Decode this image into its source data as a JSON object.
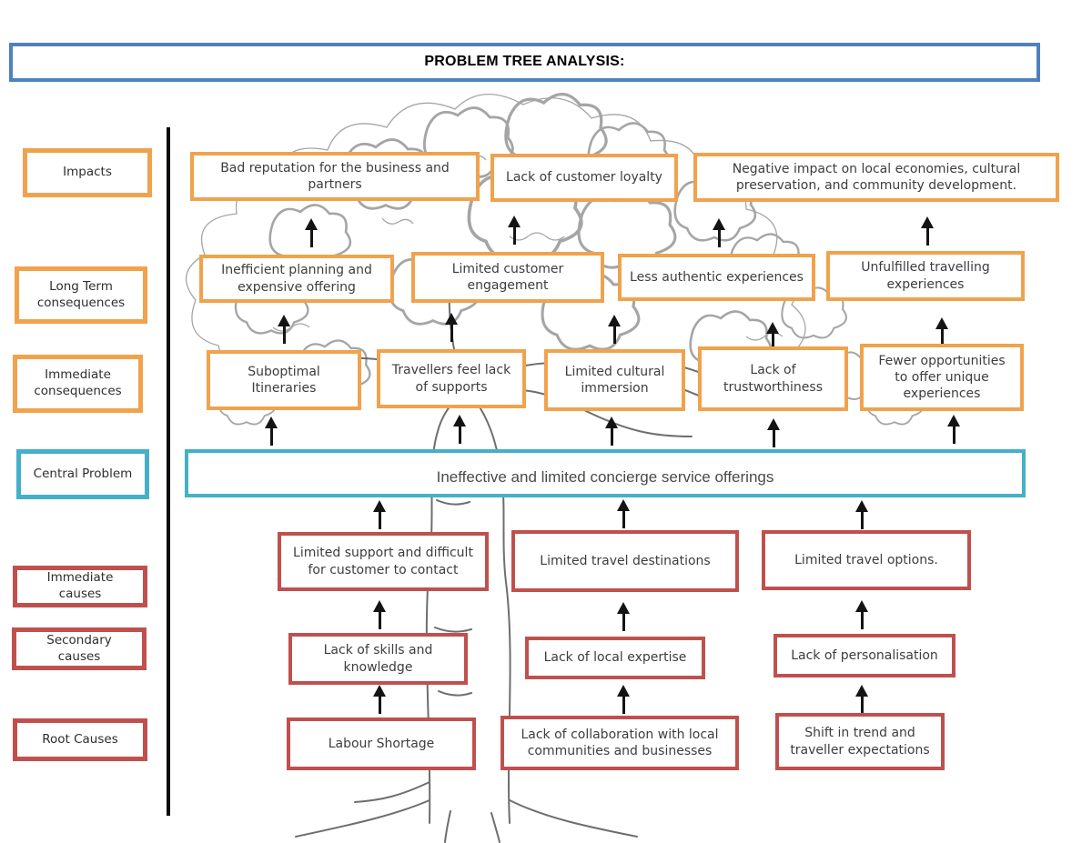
{
  "title": "PROBLEM TREE ANALYSIS:",
  "colors": {
    "title_border": "#4f81bd",
    "orange": "#f0a24c",
    "teal": "#45b0c8",
    "red": "#c0504d",
    "ink": "#141414"
  },
  "legend": {
    "impacts": "Impacts",
    "long_term": "Long Term consequences",
    "immediate_consequences": "Immediate consequences",
    "central_problem": "Central Problem",
    "immediate_causes": "Immediate causes",
    "secondary_causes": "Secondary causes",
    "root_causes": "Root Causes"
  },
  "impacts": [
    "Bad reputation for the business and partners",
    "Lack of customer loyalty",
    "Negative impact on local economies, cultural preservation, and community development."
  ],
  "long_term_consequences": [
    "Inefficient planning and expensive offering",
    "Limited customer engagement",
    "Less authentic experiences",
    "Unfulfilled travelling experiences"
  ],
  "immediate_consequences": [
    "Suboptimal Itineraries",
    "Travellers feel lack of supports",
    "Limited cultural immersion",
    "Lack of trustworthiness",
    "Fewer opportunities to offer unique experiences"
  ],
  "central_problem": "Ineffective and limited concierge service offerings",
  "immediate_causes": [
    "Limited support and difficult for customer to contact",
    "Limited travel destinations",
    "Limited travel options."
  ],
  "secondary_causes": [
    "Lack of skills and knowledge",
    "Lack of local expertise",
    "Lack of personalisation"
  ],
  "root_causes": [
    "Labour Shortage",
    "Lack of collaboration with local communities and businesses",
    "Shift in trend and traveller expectations"
  ]
}
